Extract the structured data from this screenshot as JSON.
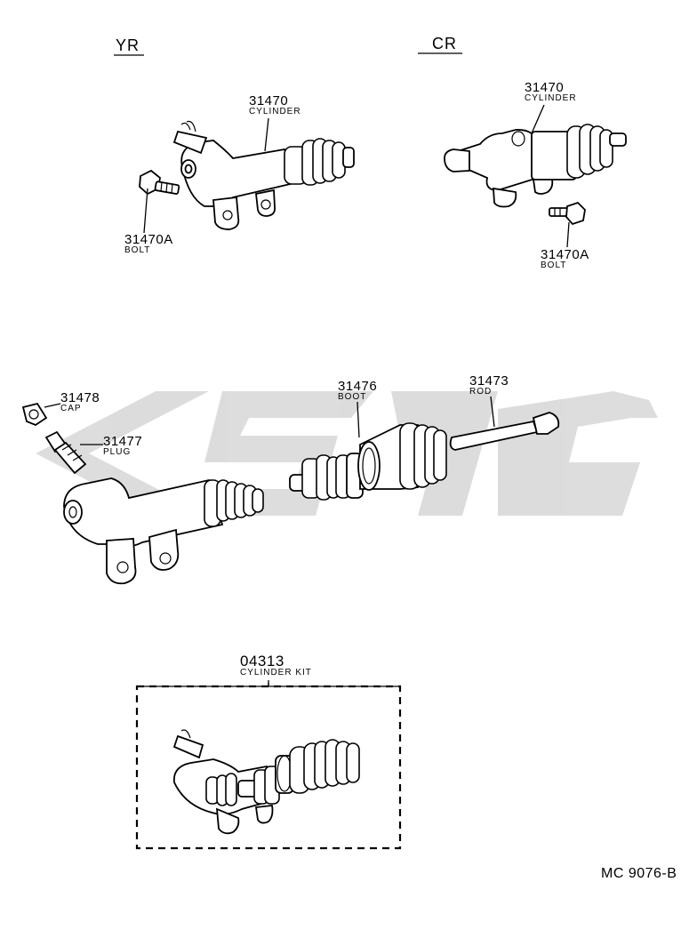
{
  "sections": {
    "yr": "YR",
    "cr": "CR"
  },
  "parts": {
    "yr_cylinder": {
      "number": "31470",
      "name": "CYLINDER"
    },
    "yr_bolt": {
      "number": "31470A",
      "name": "BOLT"
    },
    "cr_cylinder": {
      "number": "31470",
      "name": "CYLINDER"
    },
    "cr_bolt": {
      "number": "31470A",
      "name": "BOLT"
    },
    "cap": {
      "number": "31478",
      "name": "CAP"
    },
    "plug": {
      "number": "31477",
      "name": "PLUG"
    },
    "boot": {
      "number": "31476",
      "name": "BOOT"
    },
    "rod": {
      "number": "31473",
      "name": "ROD"
    },
    "kit": {
      "number": "04313",
      "name": "CYLINDER KIT"
    }
  },
  "diagram_code": "MC 9076-B",
  "colors": {
    "line": "#000000",
    "watermark": "#d9d9d9",
    "background": "#ffffff"
  }
}
